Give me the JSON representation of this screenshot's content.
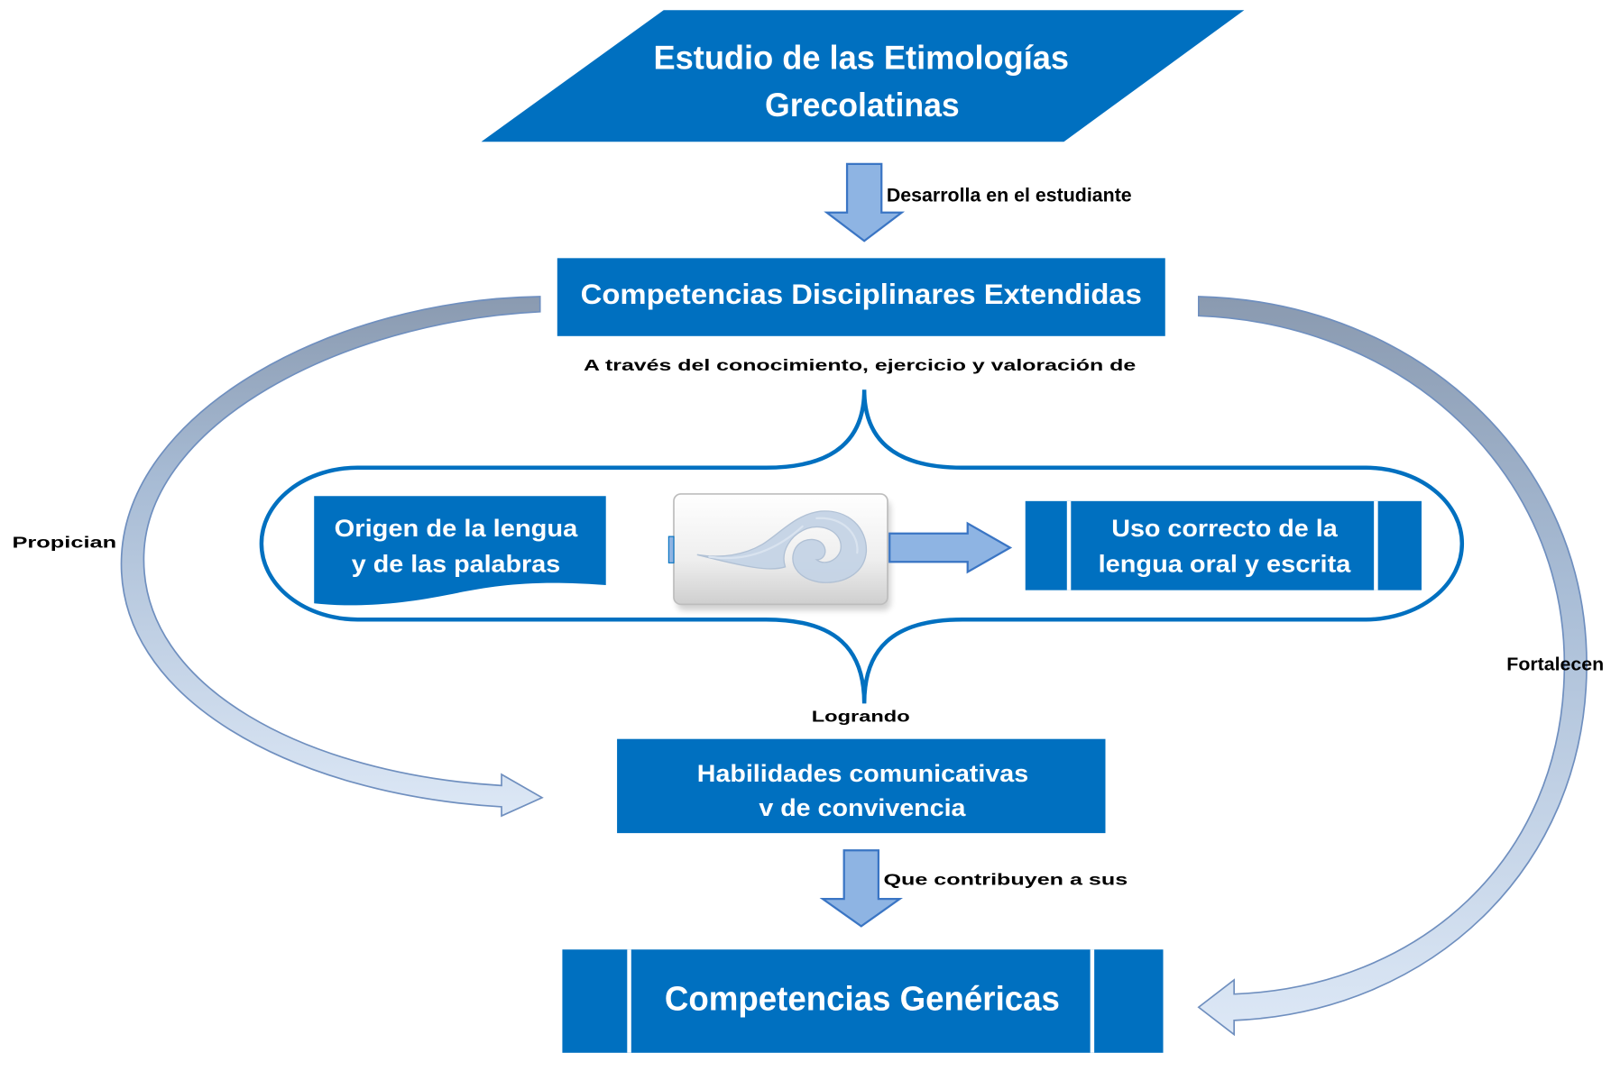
{
  "nodes": {
    "estudio": {
      "lines": [
        "Estudio de las Etimologías",
        "Grecolatinas"
      ]
    },
    "competencias_disciplinares": {
      "label": "Competencias Disciplinares Extendidas"
    },
    "origen": {
      "lines": [
        "Origen de la lengua",
        "y de las palabras"
      ]
    },
    "uso_correcto": {
      "lines": [
        "Uso correcto de la",
        "lengua oral y escrita"
      ]
    },
    "habilidades": {
      "lines": [
        "Habilidades comunicativas",
        "v de convivencia"
      ]
    },
    "competencias_genericas": {
      "label": "Competencias Genéricas"
    }
  },
  "connectors": {
    "estudio_to_disciplinares": "Desarrolla en el estudiante",
    "disciplinares_to_group": "A través del conocimiento, ejercicio y valoración de",
    "group_to_habilidades": "Logrando",
    "habilidades_to_genericas": "Que contribuyen a sus",
    "disciplinares_to_habilidades": "Propician",
    "disciplinares_to_genericas": "Fortalecen"
  },
  "colors": {
    "node_fill": "#0070c0",
    "arrow_fill": "#8eb4e3",
    "arrow_stroke": "#3a75c4",
    "group_outline": "#0070c0",
    "node_divider": "#ffffff"
  },
  "icons": {
    "center_graphic": "swirl-icon"
  }
}
